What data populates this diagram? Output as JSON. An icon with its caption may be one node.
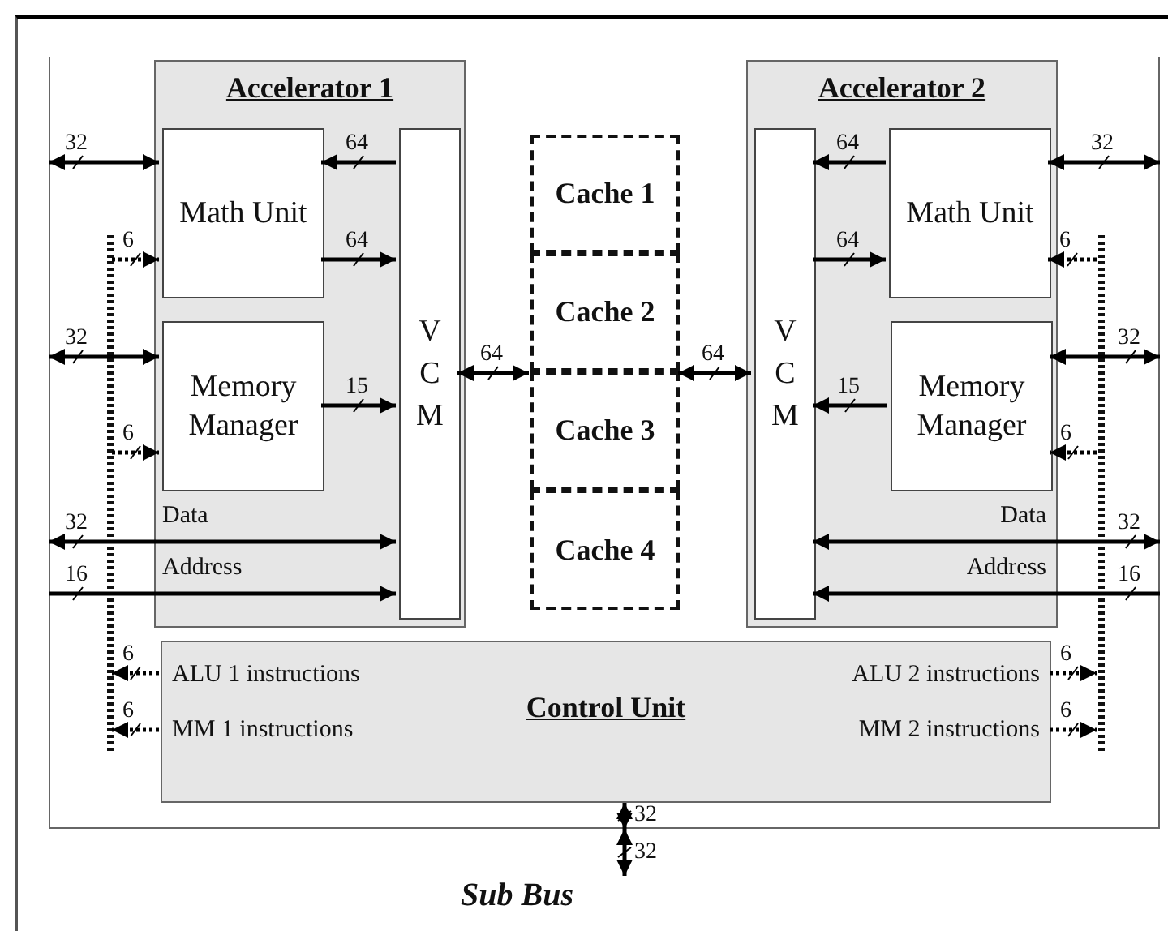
{
  "diagram": {
    "nodes": [
      {
        "text": [],
        "shape": "box"
      },
      {
        "text": [
          "Accelerator 1"
        ],
        "in": 0
      },
      {
        "text": [
          "Math Unit"
        ],
        "in": 1
      },
      {
        "text": [
          "Memory Manager"
        ],
        "in": 1
      },
      {
        "text": [
          "V C M"
        ],
        "in": 1
      },
      {
        "text": [
          "Cache 1"
        ],
        "in": 0
      },
      {
        "text": [
          "Cache 2"
        ],
        "in": 0
      },
      {
        "text": [
          "Cache 3"
        ],
        "in": 0
      },
      {
        "text": [
          "Cache 4"
        ],
        "in": 0
      },
      {
        "text": [
          "Accelerator 2"
        ],
        "in": 0
      },
      {
        "text": [
          "V C M"
        ],
        "in": 9
      },
      {
        "text": [
          "Math Unit"
        ],
        "in": 9
      },
      {
        "text": [
          "Memory Manager"
        ],
        "in": 9
      },
      {
        "text": [
          "Control Unit",
          "ALU 1 instructions",
          "MM 1 instructions",
          "ALU 2 instructions",
          "MM 2 instructions"
        ],
        "in": 0
      },
      {
        "text": [],
        "shape": "bar",
        "in": 0
      },
      {
        "text": [],
        "shape": "bar",
        "in": 0
      },
      {
        "text": [
          "Sub Bus"
        ]
      }
    ],
    "edges": [
      {
        "from": 0,
        "to": 2,
        "arrow": "both",
        "label": "32"
      },
      {
        "from": 4,
        "to": 2,
        "arrow": "to",
        "label": "64"
      },
      {
        "from": 2,
        "to": 4,
        "arrow": "to",
        "label": "64"
      },
      {
        "from": 14,
        "to": 2,
        "arrow": "to",
        "label": "6",
        "style": "dashed"
      },
      {
        "from": 0,
        "to": 3,
        "arrow": "both",
        "label": "32"
      },
      {
        "from": 3,
        "to": 4,
        "arrow": "to",
        "label": "15"
      },
      {
        "from": 14,
        "to": 3,
        "arrow": "to",
        "label": "6",
        "style": "dashed"
      },
      {
        "from": 4,
        "to": 6,
        "arrow": "both",
        "label": "64"
      },
      {
        "from": 6,
        "to": 10,
        "arrow": "both",
        "label": "64"
      },
      {
        "from": 11,
        "to": 10,
        "arrow": "to",
        "label": "64"
      },
      {
        "from": 10,
        "to": 11,
        "arrow": "to",
        "label": "64"
      },
      {
        "from": 11,
        "to": 0,
        "arrow": "both",
        "label": "32"
      },
      {
        "from": 15,
        "to": 11,
        "arrow": "to",
        "label": "6",
        "style": "dashed"
      },
      {
        "from": 12,
        "to": 0,
        "arrow": "both",
        "label": "32"
      },
      {
        "from": 12,
        "to": 10,
        "arrow": "to",
        "label": "15"
      },
      {
        "from": 15,
        "to": 12,
        "arrow": "to",
        "label": "6",
        "style": "dashed"
      },
      {
        "from": 0,
        "to": 4,
        "arrow": "both",
        "label": "32"
      },
      {
        "from": 0,
        "to": 4,
        "arrow": "to",
        "label": "16"
      },
      {
        "from": 0,
        "to": 10,
        "arrow": "both",
        "label": "32"
      },
      {
        "from": 0,
        "to": 10,
        "arrow": "to",
        "label": "16"
      },
      {
        "from": 13,
        "to": 14,
        "arrow": "to",
        "label": "6",
        "style": "dashed"
      },
      {
        "from": 13,
        "to": 14,
        "arrow": "to",
        "label": "6",
        "style": "dashed"
      },
      {
        "from": 13,
        "to": 15,
        "arrow": "to",
        "label": "6",
        "style": "dashed"
      },
      {
        "from": 13,
        "to": 15,
        "arrow": "to",
        "label": "6",
        "style": "dashed"
      },
      {
        "from": 13,
        "to": 0,
        "arrow": "both",
        "label": "32"
      },
      {
        "from": 0,
        "to": 16,
        "arrow": "both",
        "label": "32"
      }
    ],
    "labels": [
      "Data",
      "Address",
      "Data",
      "Address"
    ]
  }
}
